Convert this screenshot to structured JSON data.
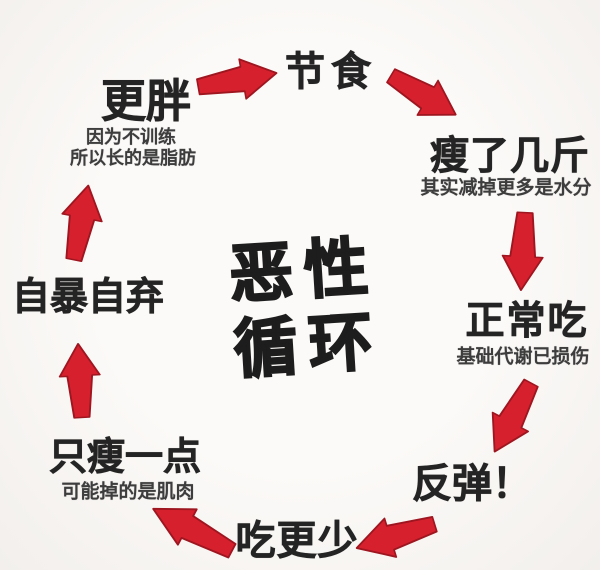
{
  "diagram": {
    "center_title": {
      "line1": "恶性",
      "line2": "循环"
    },
    "nodes": {
      "jieshi": {
        "label": "节食"
      },
      "shoulejijin": {
        "label": "瘦了几斤",
        "note": "其实减掉更多是水分"
      },
      "zhengchangchi": {
        "label": "正常吃",
        "note": "基础代谢已损伤"
      },
      "fantan": {
        "label": "反弹！"
      },
      "chigengshao": {
        "label": "吃更少"
      },
      "zhishouyidian": {
        "label": "只瘦一点",
        "note": "可能掉的是肌肉"
      },
      "zibaoziqi": {
        "label": "自暴自弃"
      },
      "gengpang": {
        "label": "更胖",
        "note_line1": "因为不训练",
        "note_line2": "所以长的是脂肪"
      }
    },
    "arrows": [
      {
        "from": "更胖",
        "to": "节食"
      },
      {
        "from": "节食",
        "to": "瘦了几斤"
      },
      {
        "from": "瘦了几斤",
        "to": "正常吃"
      },
      {
        "from": "正常吃",
        "to": "反弹！"
      },
      {
        "from": "反弹！",
        "to": "吃更少"
      },
      {
        "from": "吃更少",
        "to": "只瘦一点"
      },
      {
        "from": "只瘦一点",
        "to": "自暴自弃"
      },
      {
        "from": "自暴自弃",
        "to": "更胖"
      }
    ]
  },
  "colors": {
    "background": "#f2efec",
    "text": "#242424",
    "note_text": "#3d3d3d",
    "arrow_fill": "#d7202e",
    "arrow_edge": "#9e1620"
  }
}
